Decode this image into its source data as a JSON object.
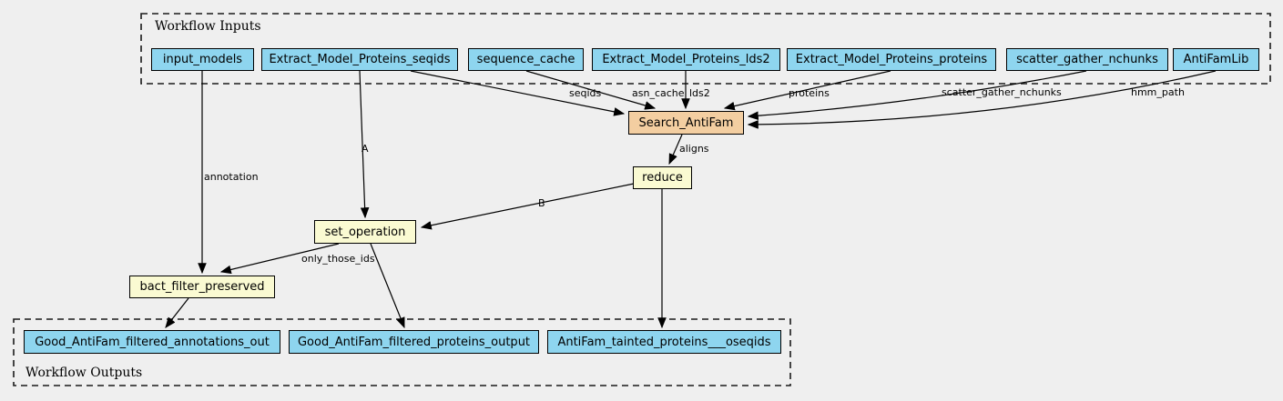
{
  "clusters": {
    "inputs": {
      "label": "Workflow Inputs"
    },
    "outputs": {
      "label": "Workflow Outputs"
    }
  },
  "nodes": {
    "input_models": {
      "label": "input_models",
      "type": "input"
    },
    "extract_model_proteins_seqids": {
      "label": "Extract_Model_Proteins_seqids",
      "type": "input"
    },
    "sequence_cache": {
      "label": "sequence_cache",
      "type": "input"
    },
    "extract_model_proteins_lds2": {
      "label": "Extract_Model_Proteins_lds2",
      "type": "input"
    },
    "extract_model_proteins_proteins": {
      "label": "Extract_Model_Proteins_proteins",
      "type": "input"
    },
    "scatter_gather_nchunks": {
      "label": "scatter_gather_nchunks",
      "type": "input"
    },
    "antifamlib": {
      "label": "AntiFamLib",
      "type": "input"
    },
    "search_antifam": {
      "label": "Search_AntiFam",
      "type": "step-highlighted"
    },
    "reduce": {
      "label": "reduce",
      "type": "step"
    },
    "set_operation": {
      "label": "set_operation",
      "type": "step"
    },
    "bact_filter_preserved": {
      "label": "bact_filter_preserved",
      "type": "step"
    },
    "good_antifam_filtered_annotations_out": {
      "label": "Good_AntiFam_filtered_annotations_out",
      "type": "output"
    },
    "good_antifam_filtered_proteins_output": {
      "label": "Good_AntiFam_filtered_proteins_output",
      "type": "output"
    },
    "antifam_tainted_proteins_oseqids": {
      "label": "AntiFam_tainted_proteins___oseqids",
      "type": "output"
    }
  },
  "edges": [
    {
      "from": "extract_model_proteins_seqids",
      "to": "search_antifam",
      "label": "seqids"
    },
    {
      "from": "sequence_cache",
      "to": "search_antifam",
      "label": "asn_cache"
    },
    {
      "from": "extract_model_proteins_lds2",
      "to": "search_antifam",
      "label": "lds2"
    },
    {
      "from": "extract_model_proteins_proteins",
      "to": "search_antifam",
      "label": "proteins"
    },
    {
      "from": "scatter_gather_nchunks",
      "to": "search_antifam",
      "label": "scatter_gather_nchunks"
    },
    {
      "from": "antifamlib",
      "to": "search_antifam",
      "label": "hmm_path"
    },
    {
      "from": "search_antifam",
      "to": "reduce",
      "label": "aligns"
    },
    {
      "from": "extract_model_proteins_seqids",
      "to": "set_operation",
      "label": "A"
    },
    {
      "from": "reduce",
      "to": "set_operation",
      "label": "B"
    },
    {
      "from": "input_models",
      "to": "bact_filter_preserved",
      "label": "annotation"
    },
    {
      "from": "set_operation",
      "to": "bact_filter_preserved",
      "label": "only_those_ids"
    },
    {
      "from": "reduce",
      "to": "antifam_tainted_proteins_oseqids",
      "label": ""
    },
    {
      "from": "set_operation",
      "to": "good_antifam_filtered_proteins_output",
      "label": ""
    },
    {
      "from": "bact_filter_preserved",
      "to": "good_antifam_filtered_annotations_out",
      "label": ""
    }
  ],
  "colors": {
    "background": "#efefef",
    "io_node_fill": "#8ed5ef",
    "step_node_fill": "#fafad2",
    "highlighted_step_fill": "#f3cea1",
    "node_border": "#000000",
    "edge_stroke": "#000000"
  }
}
